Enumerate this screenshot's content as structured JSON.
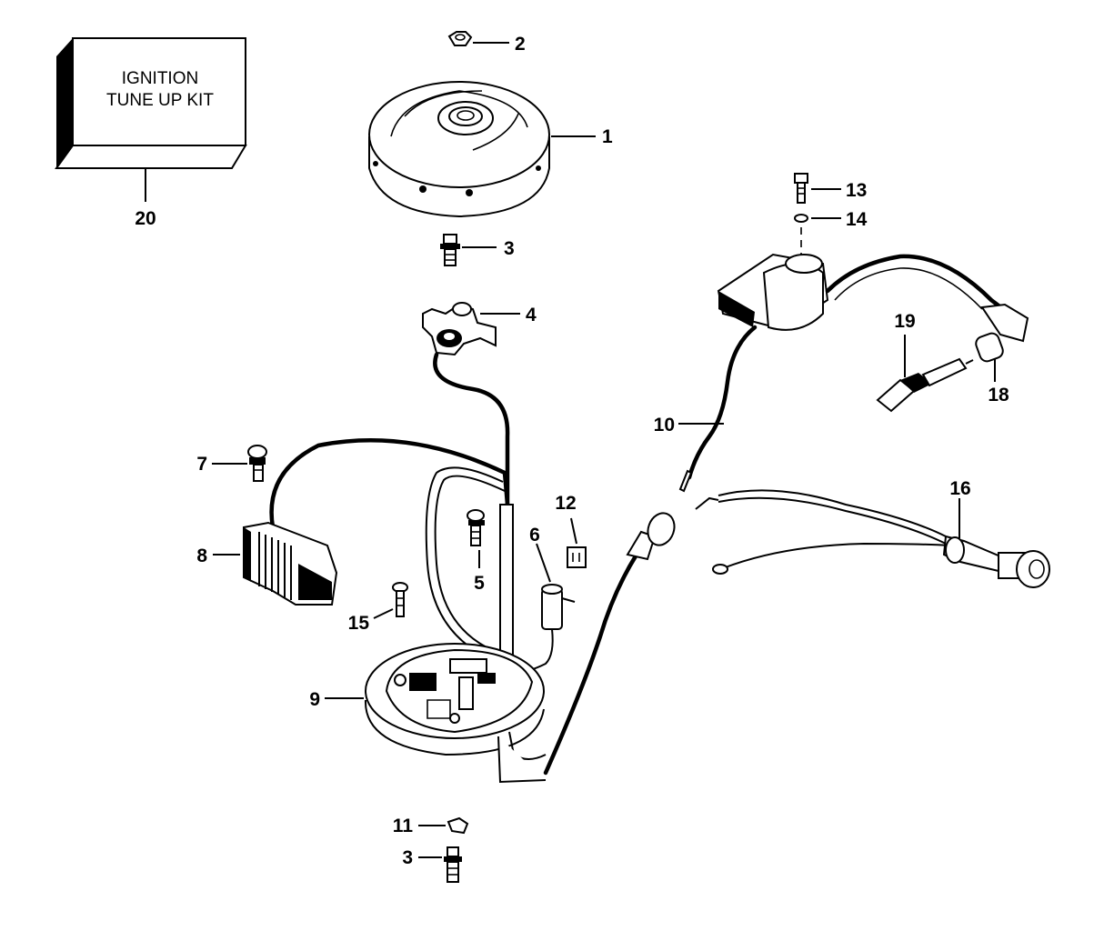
{
  "kit_box": {
    "line1": "IGNITION",
    "line2": "TUNE UP KIT"
  },
  "callouts": {
    "flywheel": "1",
    "nut_top": "2",
    "screw_top": "3",
    "breaker_points": "4",
    "screw_5": "5",
    "condenser": "6",
    "screw_7": "7",
    "charge_coil": "8",
    "stator_plate": "9",
    "coil_lead": "10",
    "clip": "11",
    "connector": "12",
    "coil_screw": "13",
    "washer": "14",
    "screw_15": "15",
    "stop_switch_harness": "16",
    "spark_plug_boot": "18",
    "spark_plug": "19",
    "tune_up_kit": "20",
    "screw_bottom": "3"
  }
}
